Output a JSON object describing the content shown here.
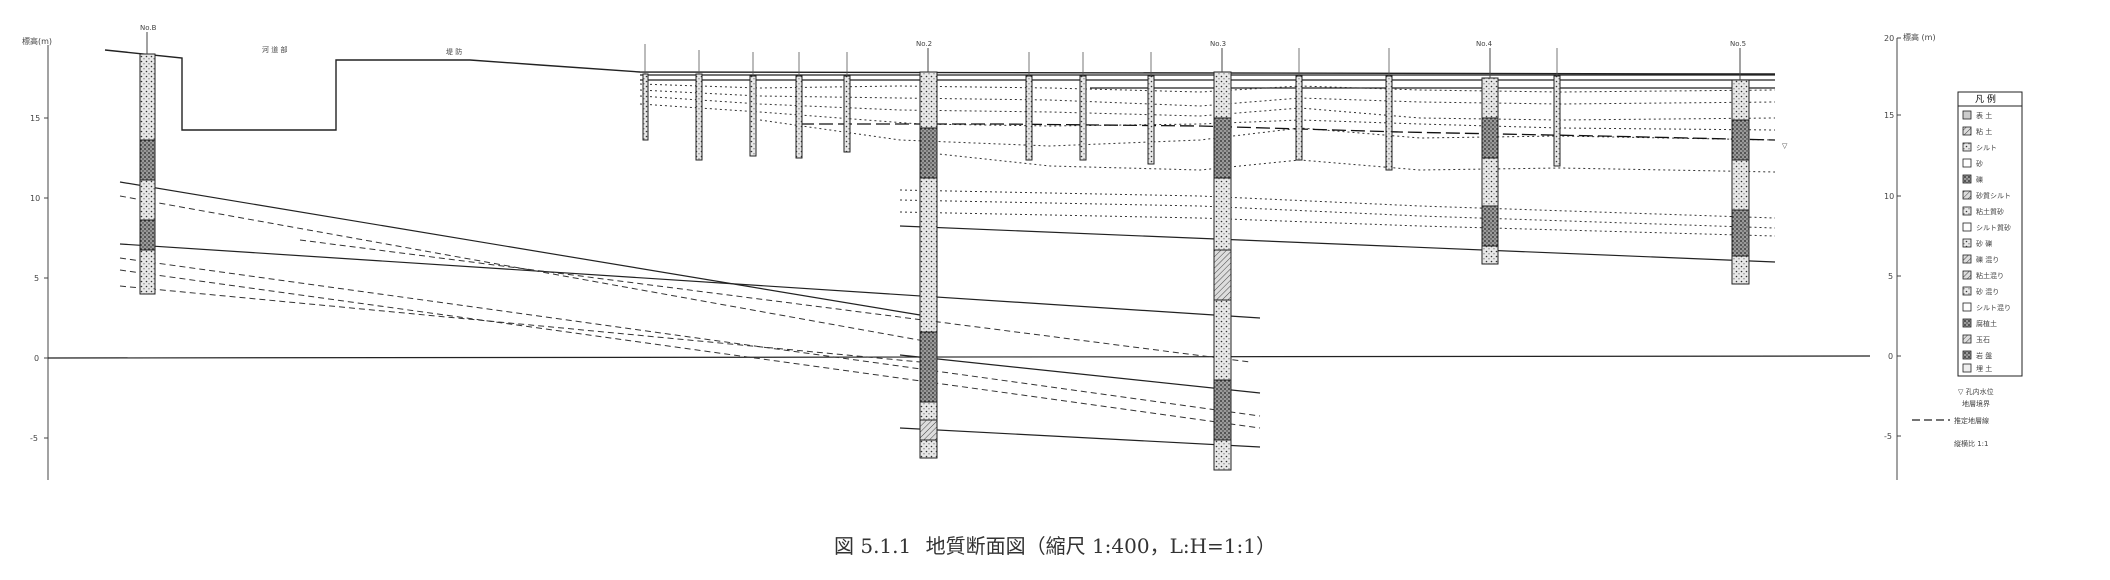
{
  "caption": {
    "figure_no": "図 5.1.1",
    "title": "地質断面図（縮尺 1:400，L:H=1:1）"
  },
  "left_axis": {
    "label": "標高(m)",
    "ticks": [
      "15",
      "10",
      "5",
      "0",
      "-5"
    ]
  },
  "right_axis": {
    "label": "標高 (m)",
    "ticks": [
      "20",
      "15",
      "10",
      "5",
      "0",
      "-5"
    ]
  },
  "ground_labels": {
    "left": "河 道 部",
    "right": "堤 防"
  },
  "boreholes": [
    {
      "id": "No.B"
    },
    {
      "id": "No.2"
    },
    {
      "id": "No.3"
    },
    {
      "id": "No.4"
    },
    {
      "id": "No.5"
    }
  ],
  "legend": {
    "title": "凡 例",
    "items": [
      "表 土",
      "粘 土",
      "シルト",
      "砂",
      "礫",
      "砂質シルト",
      "粘土質砂",
      "シルト質砂",
      "砂 礫",
      "礫 混り",
      "粘土混り",
      "砂 混り",
      "シルト混り",
      "腐植土",
      "玉石",
      "岩 盤",
      "埋 土"
    ]
  },
  "notes": {
    "water_level": "▽ 孔内水位",
    "boundary": "地層境界",
    "dashed": "推定地層線",
    "scale_note": "縦横比 1:1"
  }
}
